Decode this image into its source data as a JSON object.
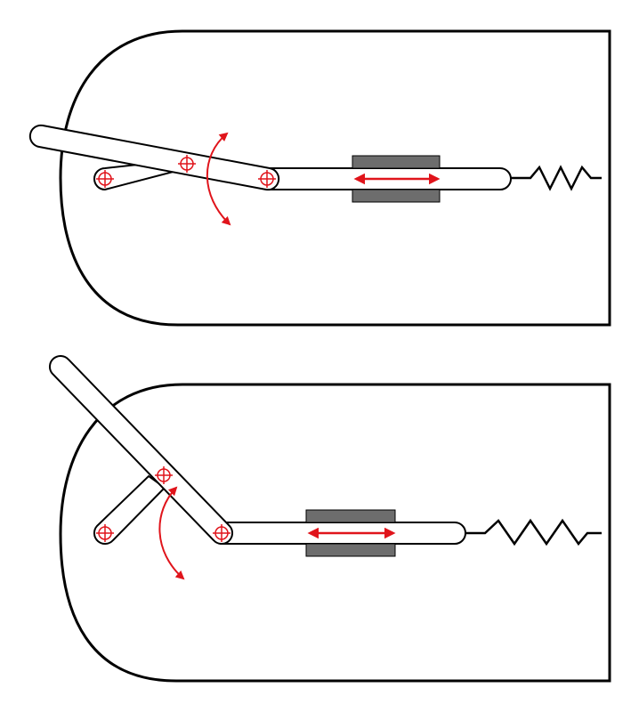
{
  "diagram": {
    "description_visible_text": "",
    "panels": [
      {
        "id": "top",
        "state": "extended"
      },
      {
        "id": "bottom",
        "state": "folded"
      }
    ],
    "colors": {
      "outline": "#000000",
      "link_fill": "#ffffff",
      "guide_fill": "#6d6d6d",
      "motion_arrow": "#e0141b",
      "pivot_mark": "#e0141b"
    },
    "icons": [
      "pivot-icon",
      "rotation-arrow-icon",
      "linear-motion-arrow-icon",
      "spring-icon"
    ]
  }
}
